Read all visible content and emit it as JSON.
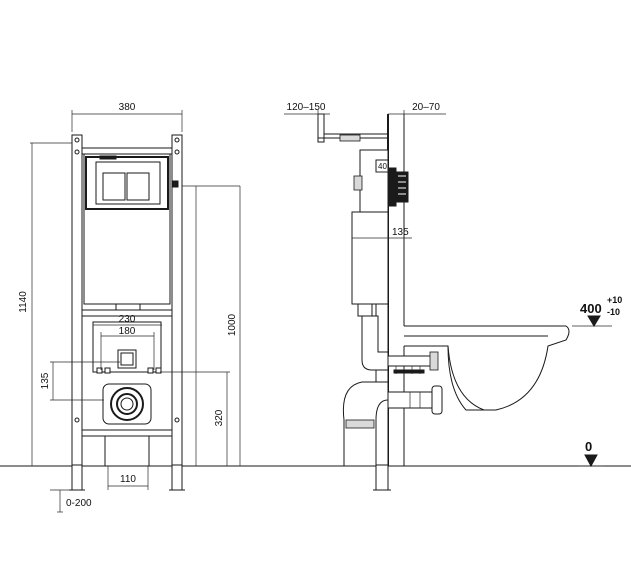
{
  "front_view": {
    "width_label": "380",
    "height_label": "1140",
    "button_height_label": "1000",
    "spacing_230_label": "230",
    "spacing_180_label": "180",
    "mount_135_label": "135",
    "drain_height_label": "320",
    "drain_width_label": "110",
    "floor_adjust_label": "0-200"
  },
  "side_view": {
    "depth_range_label": "120–150",
    "wall_range_label": "20–70",
    "plate_label": "40",
    "tank_label": "135",
    "seat_height_label": "400",
    "seat_tol_plus": "+10",
    "seat_tol_minus": "-10",
    "floor_level_label": "0"
  }
}
